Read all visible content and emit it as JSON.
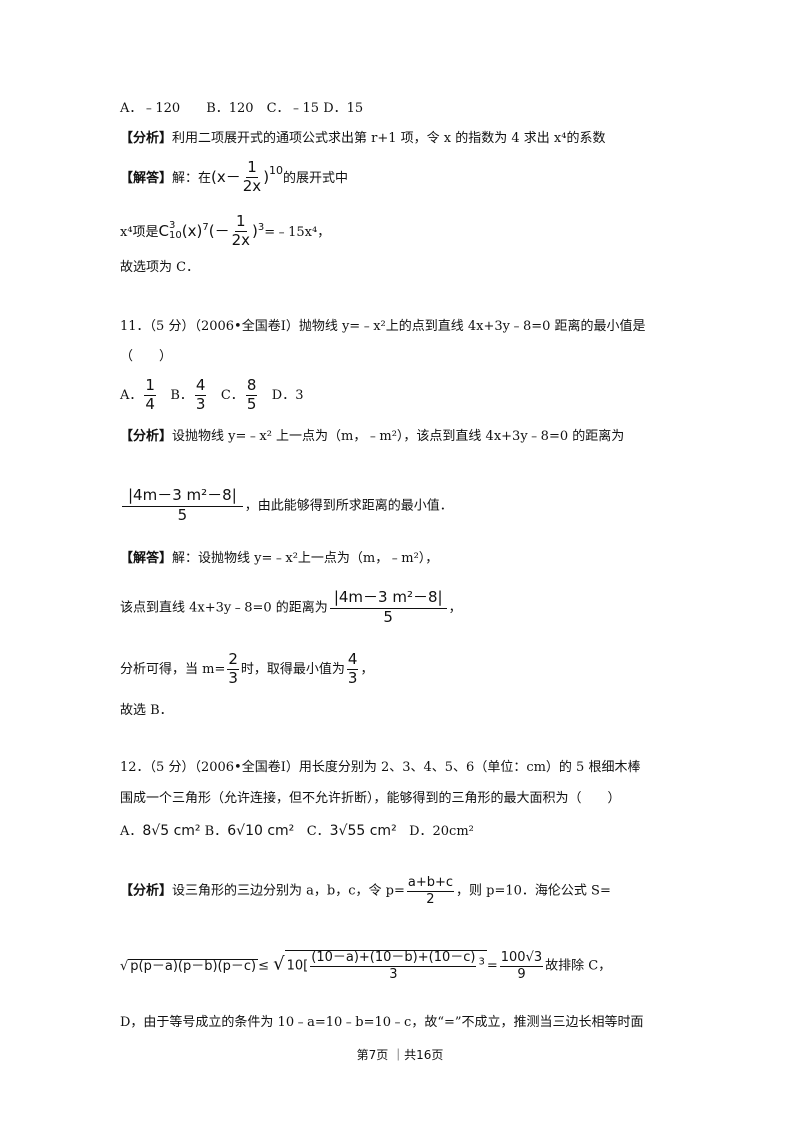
{
  "q10": {
    "options": "A．﹣120　　B．120　C．﹣15 D．15",
    "analysis_tag": "【分析】",
    "analysis": "利用二项展开式的通项公式求出第 r+1 项，令 x 的指数为 4 求出 x⁴的系数",
    "answer_tag": "【解答】",
    "answer_l1": "解：在",
    "answer_l1_tail": "的展开式中",
    "answer_l2_head": "x⁴项是",
    "answer_l2_tail": "=﹣15x⁴，",
    "answer_l3": "故选项为 C．",
    "expr_x": "(x－",
    "expr_1": "1",
    "expr_2x": "2x",
    "expr_close10": ")",
    "expr_10": "10",
    "c_sup": "3",
    "c_sub": "10",
    "c_x7": "C",
    "c_x_paren": "(x)",
    "c_7": "7",
    "c_open": "(－",
    "c_close": ")",
    "c_3": "3"
  },
  "q11": {
    "line1": "11．（5 分）（2006•全国卷Ⅰ）抛物线 y=﹣x²上的点到直线 4x+3y﹣8=0 距离的最小值是",
    "line2": "（　　）",
    "opt_a": "A．",
    "opt_a_n": "1",
    "opt_a_d": "4",
    "opt_b": "B．",
    "opt_b_n": "4",
    "opt_b_d": "3",
    "opt_c": "C．",
    "opt_c_n": "8",
    "opt_c_d": "5",
    "opt_d": "D．3",
    "analysis_tag": "【分析】",
    "analysis": "设抛物线 y=﹣x² 上一点为（m，﹣m²），该点到直线 4x+3y﹣8=0 的距离为",
    "dist_num": "|4m－3 m²－8|",
    "dist_den": "5",
    "analysis_tail": "，由此能够得到所求距离的最小值．",
    "answer_tag": "【解答】",
    "answer_l1": "解：设抛物线 y=﹣x²上一点为（m，﹣m²），",
    "answer_l2": "该点到直线 4x+3y﹣8=0 的距离为",
    "answer_l2_tail": "，",
    "answer_l3_head": "分析可得，当 m=",
    "m_n": "2",
    "m_d": "3",
    "answer_l3_mid": "时，取得最小值为",
    "v_n": "4",
    "v_d": "3",
    "answer_l3_tail": "，",
    "answer_l4": "故选 B．"
  },
  "q12": {
    "line1": "12．（5 分）（2006•全国卷Ⅰ）用长度分别为 2、3、4、5、6（单位：cm）的 5 根细木棒",
    "line2": "围成一个三角形（允许连接，但不允许折断），能够得到的三角形的最大面积为（　　）",
    "opt_a": "A．",
    "opt_a_v": "8√5 cm²",
    "opt_b": "B．",
    "opt_b_v": "6√10 cm²",
    "opt_c": "C．",
    "opt_c_v": "3√55 cm²",
    "opt_d": "D．20cm²",
    "analysis_tag": "【分析】",
    "analysis_head": "设三角形的三边分别为 a，b，c，令 p=",
    "p_n": "a+b+c",
    "p_d": "2",
    "analysis_tail": "，则 p=10．海伦公式 S=",
    "heron": "p(p－a)(p－b)(p－c)",
    "le": "≤",
    "ineq_num": "(10－a)+(10－b)+(10－c)",
    "ineq_den": "3",
    "ineq_pre": "10[",
    "ineq_exp": "3",
    "eq_n": "100√3",
    "eq_d": "9",
    "heron_tail": "故排除 C，",
    "line_last": "D，由于等号成立的条件为 10﹣a=10﹣b=10﹣c，故“=”不成立，推测当三边长相等时面"
  },
  "footer": "第7页 ｜共16页"
}
